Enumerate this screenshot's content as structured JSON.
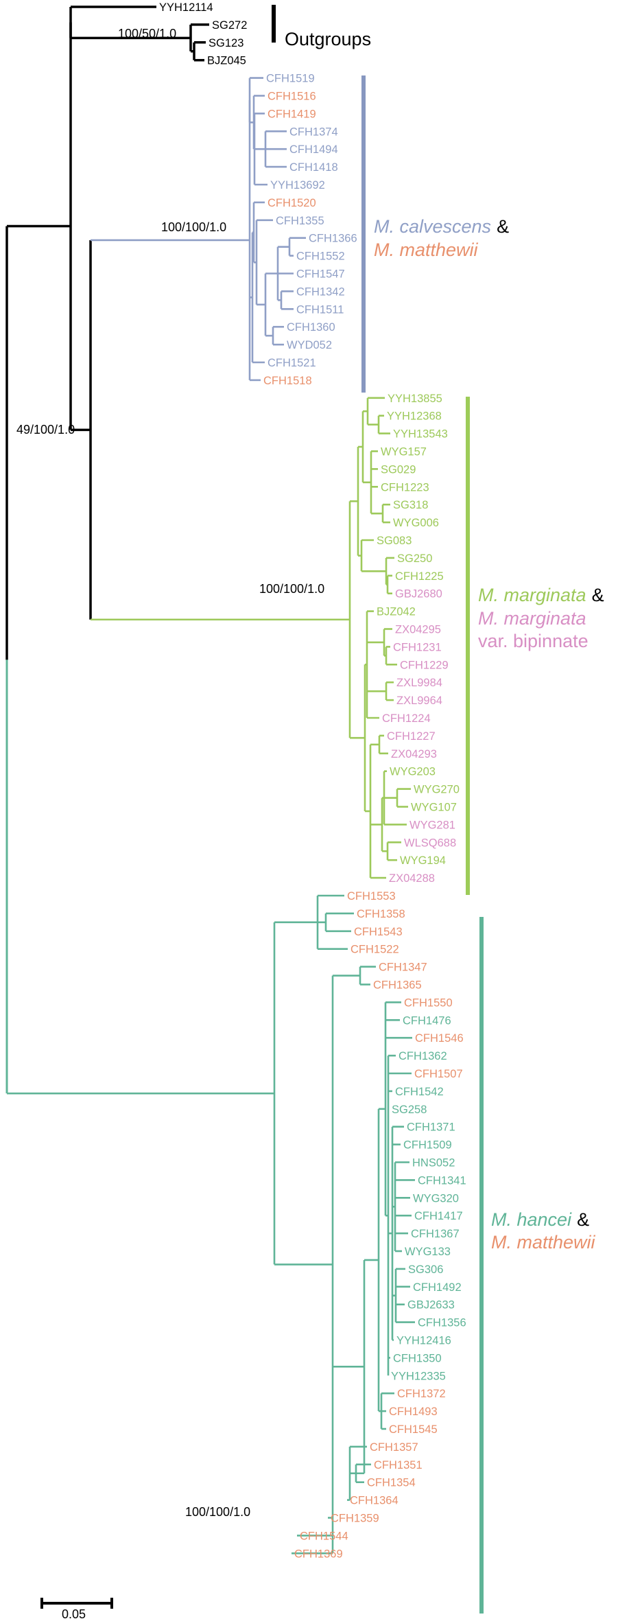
{
  "tree": {
    "tips": [
      {
        "id": "YYH12114",
        "label": "YYH12114",
        "group": "out"
      },
      {
        "id": "SG272",
        "label": "SG272",
        "group": "out"
      },
      {
        "id": "SG123",
        "label": "SG123",
        "group": "out"
      },
      {
        "id": "BJZ045",
        "label": "BJZ045",
        "group": "out"
      },
      {
        "id": "CFH1519",
        "label": "CFH1519",
        "group": "calv"
      },
      {
        "id": "CFH1516",
        "label": "CFH1516",
        "group": "matt"
      },
      {
        "id": "CFH1419",
        "label": "CFH1419",
        "group": "matt"
      },
      {
        "id": "CFH1374",
        "label": "CFH1374",
        "group": "calv"
      },
      {
        "id": "CFH1494",
        "label": "CFH1494",
        "group": "calv"
      },
      {
        "id": "CFH1418",
        "label": "CFH1418",
        "group": "calv"
      },
      {
        "id": "YYH13692",
        "label": "YYH13692",
        "group": "calv"
      },
      {
        "id": "CFH1520",
        "label": "CFH1520",
        "group": "matt"
      },
      {
        "id": "CFH1355",
        "label": "CFH1355",
        "group": "calv"
      },
      {
        "id": "CFH1366",
        "label": "CFH1366",
        "group": "calv"
      },
      {
        "id": "CFH1552",
        "label": "CFH1552",
        "group": "calv"
      },
      {
        "id": "CFH1547",
        "label": "CFH1547",
        "group": "calv"
      },
      {
        "id": "CFH1342",
        "label": "CFH1342",
        "group": "calv"
      },
      {
        "id": "CFH1511",
        "label": "CFH1511",
        "group": "calv"
      },
      {
        "id": "CFH1360",
        "label": "CFH1360",
        "group": "calv"
      },
      {
        "id": "WYD052",
        "label": "WYD052",
        "group": "calv"
      },
      {
        "id": "CFH1521",
        "label": "CFH1521",
        "group": "calv"
      },
      {
        "id": "CFH1518",
        "label": "CFH1518",
        "group": "matt"
      },
      {
        "id": "YYH13855",
        "label": "YYH13855",
        "group": "marg"
      },
      {
        "id": "YYH12368",
        "label": "YYH12368",
        "group": "marg"
      },
      {
        "id": "YYH13543",
        "label": "YYH13543",
        "group": "marg"
      },
      {
        "id": "WYG157",
        "label": "WYG157",
        "group": "marg"
      },
      {
        "id": "SG029",
        "label": "SG029",
        "group": "marg"
      },
      {
        "id": "CFH1223",
        "label": "CFH1223",
        "group": "marg"
      },
      {
        "id": "SG318",
        "label": "SG318",
        "group": "marg"
      },
      {
        "id": "WYG006",
        "label": "WYG006",
        "group": "marg"
      },
      {
        "id": "SG083",
        "label": "SG083",
        "group": "marg"
      },
      {
        "id": "SG250",
        "label": "SG250",
        "group": "marg"
      },
      {
        "id": "CFH1225",
        "label": "CFH1225",
        "group": "marg"
      },
      {
        "id": "GBJ2680",
        "label": "GBJ2680",
        "group": "bip"
      },
      {
        "id": "BJZ042",
        "label": "BJZ042",
        "group": "marg"
      },
      {
        "id": "ZX04295",
        "label": "ZX04295",
        "group": "bip"
      },
      {
        "id": "CFH1231",
        "label": "CFH1231",
        "group": "bip"
      },
      {
        "id": "CFH1229",
        "label": "CFH1229",
        "group": "bip"
      },
      {
        "id": "ZXL9984",
        "label": "ZXL9984",
        "group": "bip"
      },
      {
        "id": "ZXL9964",
        "label": "ZXL9964",
        "group": "bip"
      },
      {
        "id": "CFH1224",
        "label": "CFH1224",
        "group": "bip"
      },
      {
        "id": "CFH1227",
        "label": "CFH1227",
        "group": "bip"
      },
      {
        "id": "ZX04293",
        "label": "ZX04293",
        "group": "bip"
      },
      {
        "id": "WYG203",
        "label": "WYG203",
        "group": "marg"
      },
      {
        "id": "WYG270",
        "label": "WYG270",
        "group": "marg"
      },
      {
        "id": "WYG107",
        "label": "WYG107",
        "group": "marg"
      },
      {
        "id": "WYG281",
        "label": "WYG281",
        "group": "bip"
      },
      {
        "id": "WLSQ688",
        "label": "WLSQ688",
        "group": "bip"
      },
      {
        "id": "WYG194",
        "label": "WYG194",
        "group": "marg"
      },
      {
        "id": "ZX04288",
        "label": "ZX04288",
        "group": "bip"
      },
      {
        "id": "CFH1553",
        "label": "CFH1553",
        "group": "matt"
      },
      {
        "id": "CFH1358",
        "label": "CFH1358",
        "group": "matt"
      },
      {
        "id": "CFH1543",
        "label": "CFH1543",
        "group": "matt"
      },
      {
        "id": "CFH1522",
        "label": "CFH1522",
        "group": "matt"
      },
      {
        "id": "CFH1347",
        "label": "CFH1347",
        "group": "matt"
      },
      {
        "id": "CFH1365",
        "label": "CFH1365",
        "group": "matt"
      },
      {
        "id": "CFH1550",
        "label": "CFH1550",
        "group": "matt"
      },
      {
        "id": "CFH1476",
        "label": "CFH1476",
        "group": "han"
      },
      {
        "id": "CFH1546",
        "label": "CFH1546",
        "group": "matt"
      },
      {
        "id": "CFH1362",
        "label": "CFH1362",
        "group": "han"
      },
      {
        "id": "CFH1507",
        "label": "CFH1507",
        "group": "matt"
      },
      {
        "id": "CFH1542",
        "label": "CFH1542",
        "group": "han"
      },
      {
        "id": "SG258",
        "label": "SG258",
        "group": "han"
      },
      {
        "id": "CFH1371",
        "label": "CFH1371",
        "group": "han"
      },
      {
        "id": "CFH1509",
        "label": "CFH1509",
        "group": "han"
      },
      {
        "id": "HNS052",
        "label": "HNS052",
        "group": "han"
      },
      {
        "id": "CFH1341",
        "label": "CFH1341",
        "group": "han"
      },
      {
        "id": "WYG320",
        "label": "WYG320",
        "group": "han"
      },
      {
        "id": "CFH1417",
        "label": "CFH1417",
        "group": "han"
      },
      {
        "id": "CFH1367",
        "label": "CFH1367",
        "group": "han"
      },
      {
        "id": "WYG133",
        "label": "WYG133",
        "group": "han"
      },
      {
        "id": "SG306",
        "label": "SG306",
        "group": "han"
      },
      {
        "id": "CFH1492",
        "label": "CFH1492",
        "group": "han"
      },
      {
        "id": "GBJ2633",
        "label": "GBJ2633",
        "group": "han"
      },
      {
        "id": "CFH1356",
        "label": "CFH1356",
        "group": "han"
      },
      {
        "id": "YYH12416",
        "label": "YYH12416",
        "group": "han"
      },
      {
        "id": "CFH1350",
        "label": "CFH1350",
        "group": "han"
      },
      {
        "id": "YYH12335",
        "label": "YYH12335",
        "group": "han"
      },
      {
        "id": "CFH1372",
        "label": "CFH1372",
        "group": "matt"
      },
      {
        "id": "CFH1493",
        "label": "CFH1493",
        "group": "matt"
      },
      {
        "id": "CFH1545",
        "label": "CFH1545",
        "group": "matt"
      },
      {
        "id": "CFH1357",
        "label": "CFH1357",
        "group": "matt"
      },
      {
        "id": "CFH1351",
        "label": "CFH1351",
        "group": "matt"
      },
      {
        "id": "CFH1354",
        "label": "CFH1354",
        "group": "matt"
      },
      {
        "id": "CFH1364",
        "label": "CFH1364",
        "group": "matt"
      },
      {
        "id": "CFH1359",
        "label": "CFH1359",
        "group": "matt"
      },
      {
        "id": "CFH1544",
        "label": "CFH1544",
        "group": "matt"
      },
      {
        "id": "CFH1369",
        "label": "CFH1369",
        "group": "matt"
      }
    ],
    "support_values": {
      "outgroup_node": "100/50/1.0",
      "ingroup_node": "49/100/1.0",
      "calvescens_clade": "100/100/1.0",
      "marginata_clade": "100/100/1.0",
      "hancei_clade": "100/100/1.0"
    },
    "clade_labels": {
      "outgroups": "Outgroups",
      "calvescens": {
        "line1_taxon": "M. calvescens",
        "line1_amp": "&",
        "line2_taxon": "M. matthewii"
      },
      "marginata": {
        "line1_taxon": "M. marginata",
        "line1_amp": "&",
        "line2_taxon": "M. marginata",
        "line3_text": "var. bipinnate"
      },
      "hancei": {
        "line1_taxon": "M. hancei",
        "line1_amp": "&",
        "line2_taxon": "M. matthewii"
      }
    },
    "scale_bar": {
      "label": "0.05"
    }
  },
  "colors": {
    "out": "#000000",
    "calv": "#8f9fc6",
    "matt": "#e8906c",
    "marg": "#9dc95a",
    "bip": "#d88fc4",
    "han": "#5fb497",
    "calv_bar": "#8797c0",
    "marg_bar": "#9dcc59",
    "han_bar": "#5fb497"
  }
}
